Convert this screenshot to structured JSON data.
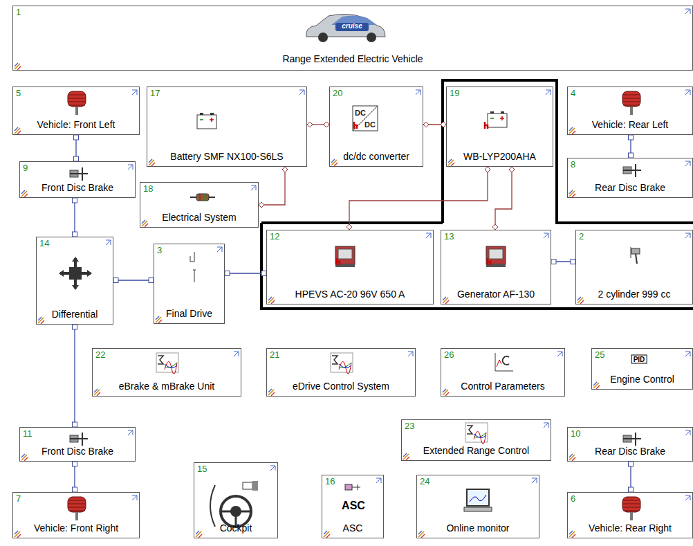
{
  "diagram": {
    "nodes": [
      {
        "text": [
          "1",
          "cruise",
          "Range Extended Electric Vehicle"
        ]
      },
      {
        "text": [
          "5",
          "Vehicle: Front Left"
        ]
      },
      {
        "text": [
          "17",
          "Battery SMF NX100-S6LS"
        ]
      },
      {
        "text": [
          "20",
          "DC",
          "DC",
          "dc/dc converter"
        ]
      },
      {
        "text": [
          "19",
          "WB-LYP200AHA"
        ]
      },
      {
        "text": [
          "4",
          "Vehicle: Rear Left"
        ]
      },
      {
        "text": [
          "9",
          "Front Disc Brake"
        ]
      },
      {
        "text": [
          "18",
          "Electrical System"
        ]
      },
      {
        "text": [
          "8",
          "Rear Disc Brake"
        ]
      },
      {
        "text": [
          "14",
          "Differential"
        ]
      },
      {
        "text": [
          "3",
          "Final Drive"
        ]
      },
      {
        "text": [
          "12",
          "HPEVS AC-20 96V 650 A"
        ]
      },
      {
        "text": [
          "13",
          "Generator AF-130"
        ]
      },
      {
        "text": [
          "2",
          "2 cylinder 999 cc"
        ]
      },
      {
        "text": [
          "22",
          "eBrake & mBrake Unit"
        ]
      },
      {
        "text": [
          "21",
          "eDrive Control System"
        ]
      },
      {
        "text": [
          "26",
          "Control Parameters"
        ]
      },
      {
        "text": [
          "25",
          "PID",
          "Engine Control"
        ]
      },
      {
        "text": [
          "11",
          "Front Disc Brake"
        ]
      },
      {
        "text": [
          "23",
          "Extended Range Control"
        ]
      },
      {
        "text": [
          "10",
          "Rear Disc Brake"
        ]
      },
      {
        "text": [
          "15",
          "Cockpit"
        ]
      },
      {
        "text": [
          "16",
          "ASC",
          "ASC"
        ]
      },
      {
        "text": [
          "24",
          "Online monitor"
        ]
      },
      {
        "text": [
          "7",
          "Vehicle: Front Right"
        ]
      },
      {
        "text": [
          "6",
          "Vehicle: Rear Right"
        ]
      }
    ],
    "edges": [
      {
        "from": 1,
        "to": 6,
        "arrow": "none"
      },
      {
        "from": 6,
        "to": 9,
        "arrow": "none"
      },
      {
        "from": 9,
        "to": 18,
        "arrow": "none"
      },
      {
        "from": 18,
        "to": 24,
        "arrow": "none"
      },
      {
        "from": 5,
        "to": 8,
        "arrow": "none"
      },
      {
        "from": 20,
        "to": 25,
        "arrow": "none"
      },
      {
        "from": 9,
        "to": 10,
        "arrow": "none"
      },
      {
        "from": 10,
        "to": 11,
        "arrow": "none"
      },
      {
        "from": 12,
        "to": 13,
        "arrow": "none"
      },
      {
        "from": 2,
        "to": 3,
        "arrow": "none"
      },
      {
        "from": 3,
        "to": 4,
        "arrow": "none"
      },
      {
        "from": 2,
        "to": 7,
        "arrow": "none"
      },
      {
        "from": 4,
        "to": 11,
        "arrow": "none"
      },
      {
        "from": 4,
        "to": 12,
        "arrow": "none"
      }
    ]
  }
}
